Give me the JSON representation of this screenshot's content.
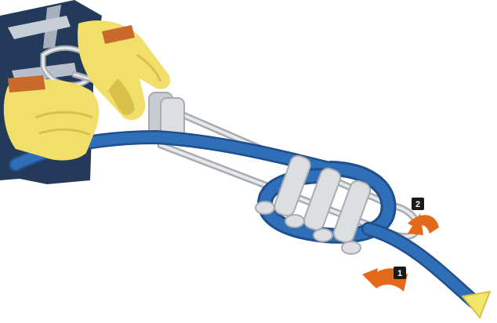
{
  "illustration": {
    "steps": [
      {
        "number": "1",
        "arrow": "curved-orange-arrow"
      },
      {
        "number": "2",
        "arrow": "curved-orange-arrow"
      }
    ],
    "colors": {
      "rope": "#2f6fb8",
      "rope_dark": "#1f4f8c",
      "glove": "#f2de6a",
      "glove_shadow": "#d9c04a",
      "glove_cuff": "#c86a2c",
      "sleeve": "#233a5a",
      "sleeve_stripe": "#c8ced6",
      "metal": "#d2d4d8",
      "metal_dark": "#a8abb2",
      "arrow": "#e36a1b",
      "rope_end_tip": "#f2e76a"
    }
  }
}
